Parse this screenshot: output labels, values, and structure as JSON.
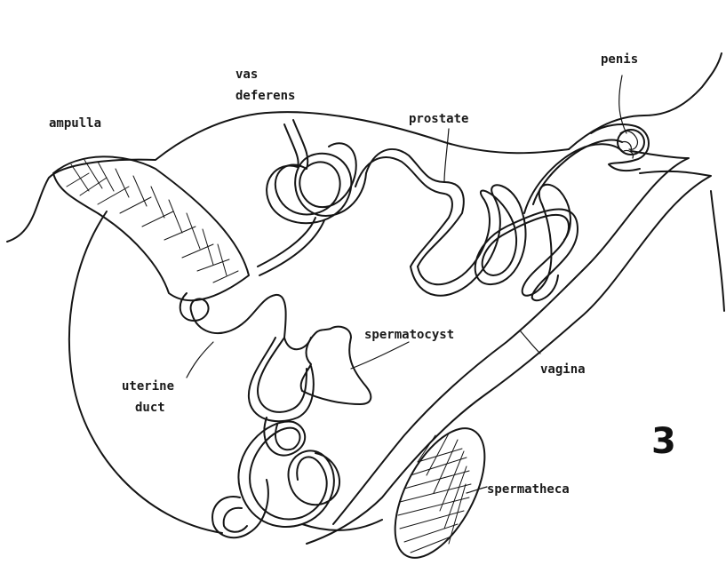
{
  "labels": {
    "vas_deferens_line1": "vas",
    "vas_deferens_line2": "deferens",
    "penis": "penis",
    "ampulla": "ampulla",
    "prostate": "prostate",
    "spermatocyst": "spermatocyst",
    "vagina": "vagina",
    "uterine_duct_line1": "uterine",
    "uterine_duct_line2": "duct",
    "spermatheca": "spermatheca"
  },
  "figure_number": "3"
}
